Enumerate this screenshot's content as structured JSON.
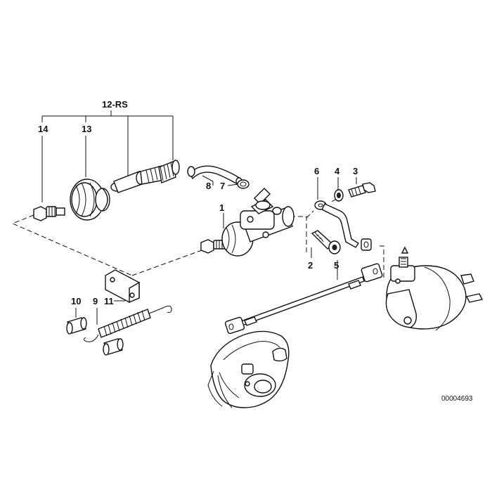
{
  "diagram": {
    "labels": {
      "p1": "1",
      "p2": "2",
      "p3": "3",
      "p4": "4",
      "p5": "5",
      "p6": "6",
      "p7": "7",
      "p8": "8",
      "p9": "9",
      "p10": "10",
      "p11": "11",
      "p12": "12-RS",
      "p13": "13",
      "p14": "14"
    },
    "reference_number": "00004693"
  }
}
